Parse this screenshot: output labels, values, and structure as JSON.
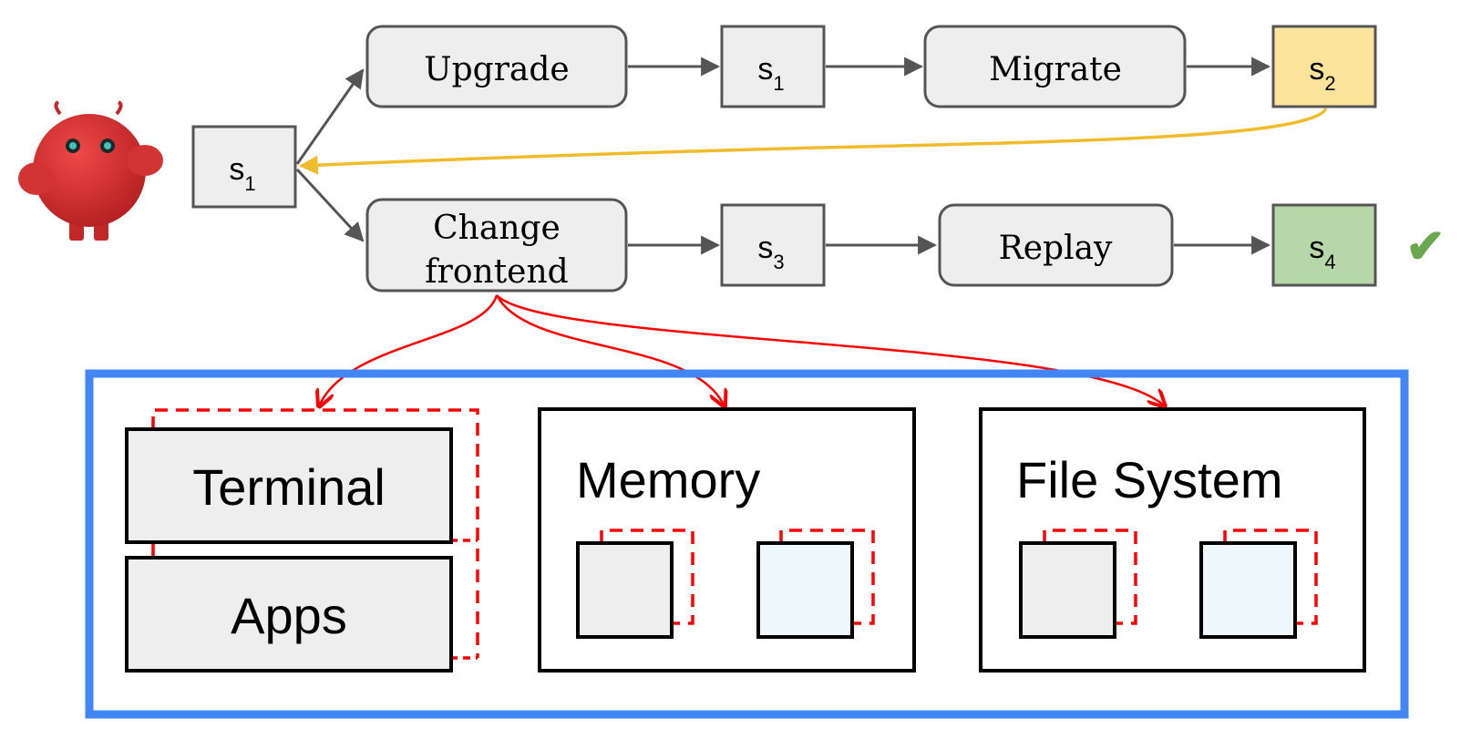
{
  "flow": {
    "start_state": {
      "label": "s",
      "sub": "1"
    },
    "top_row": {
      "action1": "Upgrade",
      "state1": {
        "label": "s",
        "sub": "1"
      },
      "action2": "Migrate",
      "state2": {
        "label": "s",
        "sub": "2"
      }
    },
    "bottom_row": {
      "action1_line1": "Change",
      "action1_line2": "frontend",
      "state1": {
        "label": "s",
        "sub": "3"
      },
      "action2": "Replay",
      "state2": {
        "label": "s",
        "sub": "4"
      },
      "success_mark": "✔"
    }
  },
  "system": {
    "terminal": "Terminal",
    "apps": "Apps",
    "memory": "Memory",
    "file_system": "File System"
  },
  "colors": {
    "state_box_fill": "#eeeeee",
    "failed_state_fill": "#fde49b",
    "success_state_fill": "#b6d7a8",
    "rollback_arrow": "#f0bc2c",
    "snapshot_arrow": "#ff0000",
    "container_border": "#4285f4",
    "check_mark": "#6aa84f",
    "copy_fill": "#eef7fc"
  }
}
